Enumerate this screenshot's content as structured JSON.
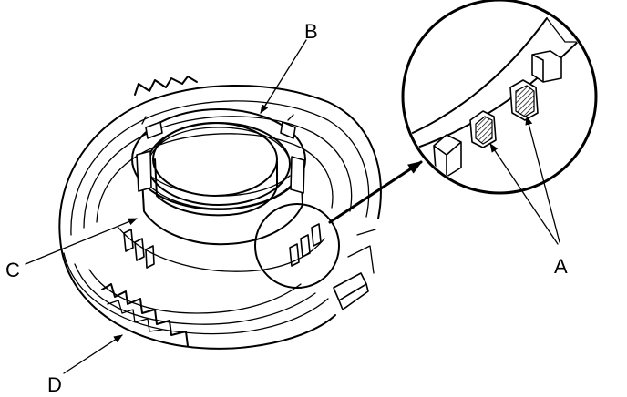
{
  "callouts": {
    "a": "A",
    "b": "B",
    "c": "C",
    "d": "D"
  },
  "colors": {
    "line": "#000000",
    "background": "#ffffff"
  }
}
